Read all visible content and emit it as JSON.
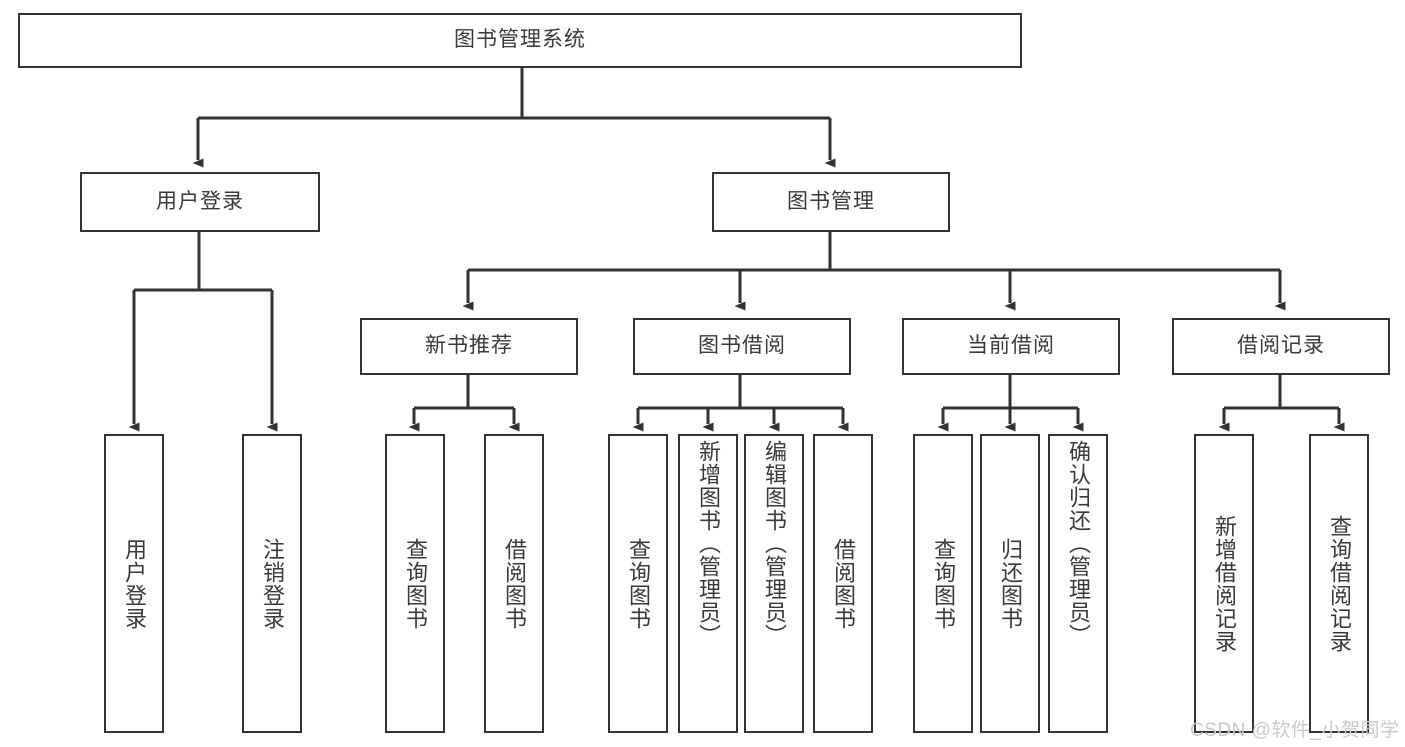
{
  "diagram": {
    "title_node": {
      "label": "图书管理系统"
    },
    "level2": [
      {
        "label": "用户登录"
      },
      {
        "label": "图书管理"
      }
    ],
    "level3": [
      {
        "label": "新书推荐"
      },
      {
        "label": "图书借阅"
      },
      {
        "label": "当前借阅"
      },
      {
        "label": "借阅记录"
      }
    ],
    "leaves": {
      "user_login": [
        {
          "label": "用户登录"
        },
        {
          "label": "注销登录"
        }
      ],
      "new_book_recommend": [
        {
          "label": "查询图书"
        },
        {
          "label": "借阅图书"
        }
      ],
      "book_borrow": [
        {
          "label": "查询图书"
        },
        {
          "label": "新增图书（管理员）"
        },
        {
          "label": "编辑图书（管理员）"
        },
        {
          "label": "借阅图书"
        }
      ],
      "current_borrow": [
        {
          "label": "查询图书"
        },
        {
          "label": "归还图书"
        },
        {
          "label": "确认归还（管理员）"
        }
      ],
      "borrow_record": [
        {
          "label": "新增借阅记录"
        },
        {
          "label": "查询借阅记录"
        }
      ]
    }
  },
  "watermark": {
    "text": "CSDN @软件_小贺同学"
  },
  "colors": {
    "stroke": "#333333",
    "text": "#3a3a3a",
    "background": "#ffffff",
    "watermark": "#c9c9c9"
  }
}
